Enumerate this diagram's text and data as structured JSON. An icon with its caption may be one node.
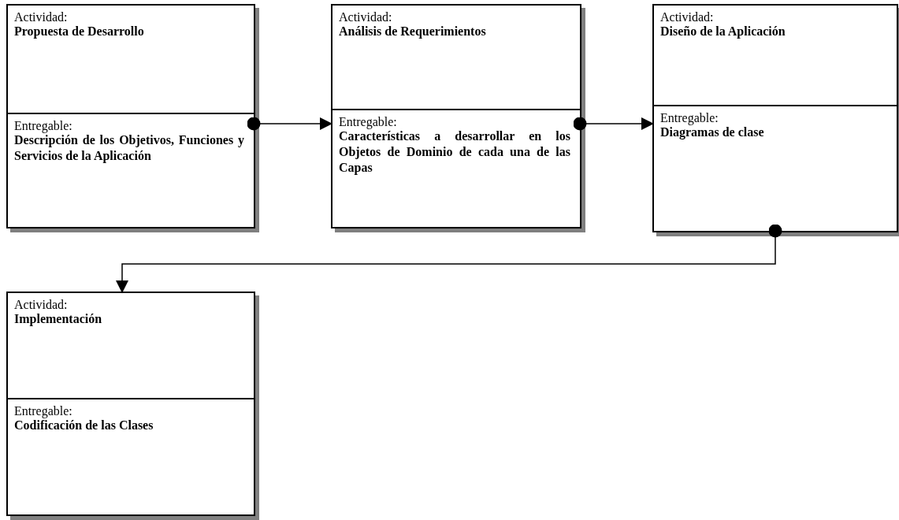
{
  "diagram": {
    "nodes": [
      {
        "text": [],
        "shape": "box"
      },
      {
        "text": [
          "Actividad:",
          "Propuesta de Desarrollo"
        ],
        "in": 0
      },
      {
        "text": [
          "Entregable:",
          "Descripción de los Objetivos, Funciones y Servicios de la Aplicación"
        ],
        "in": 0
      },
      {
        "text": [],
        "shape": "box"
      },
      {
        "text": [
          "Actividad:",
          "Análisis de Requerimientos"
        ],
        "in": 3
      },
      {
        "text": [
          "Entregable:",
          "Características a desarrollar en los Objetos de Dominio de cada una de las Capas"
        ],
        "in": 3
      },
      {
        "text": [],
        "shape": "box"
      },
      {
        "text": [
          "Actividad:",
          "Diseño de la Aplicación"
        ],
        "in": 6
      },
      {
        "text": [
          "Entregable:",
          "Diagramas de clase"
        ],
        "in": 6
      },
      {
        "text": [],
        "shape": "box"
      },
      {
        "text": [
          "Actividad:",
          "Implementación"
        ],
        "in": 9
      },
      {
        "text": [
          "Entregable:",
          "Codificación de las Clases"
        ],
        "in": 9
      }
    ],
    "edges": [
      {
        "from": 2,
        "to": 5,
        "arrow": "to"
      },
      {
        "from": 5,
        "to": 8,
        "arrow": "to"
      },
      {
        "from": 8,
        "to": 10,
        "arrow": "to"
      }
    ]
  }
}
